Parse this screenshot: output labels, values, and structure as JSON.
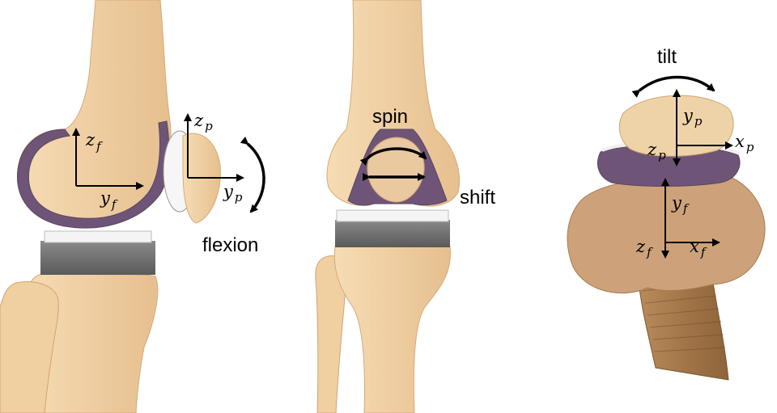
{
  "colors": {
    "bone": "#f2d3a8",
    "bone_shade": "#e3b985",
    "cartilage": "#6e5577",
    "implant_metal": "#f2f2f2",
    "spacer_gray": "#6f6f6f",
    "arrow": "#000000"
  },
  "panels": [
    {
      "view": "lateral",
      "labels": {
        "motion": "flexion"
      },
      "axes": {
        "femur_z": {
          "base": "z",
          "sub": "f"
        },
        "femur_y": {
          "base": "y",
          "sub": "f"
        },
        "patella_z": {
          "base": "z",
          "sub": "p"
        },
        "patella_y": {
          "base": "y",
          "sub": "p"
        }
      }
    },
    {
      "view": "anterior",
      "labels": {
        "spin": "spin",
        "shift": "shift"
      }
    },
    {
      "view": "axial",
      "labels": {
        "tilt": "tilt"
      },
      "axes": {
        "patella_y": {
          "base": "y",
          "sub": "p"
        },
        "patella_x": {
          "base": "x",
          "sub": "p"
        },
        "patella_z": {
          "base": "z",
          "sub": "p"
        },
        "femur_y": {
          "base": "y",
          "sub": "f"
        },
        "femur_z": {
          "base": "z",
          "sub": "f"
        },
        "femur_x": {
          "base": "x",
          "sub": "f"
        }
      }
    }
  ]
}
